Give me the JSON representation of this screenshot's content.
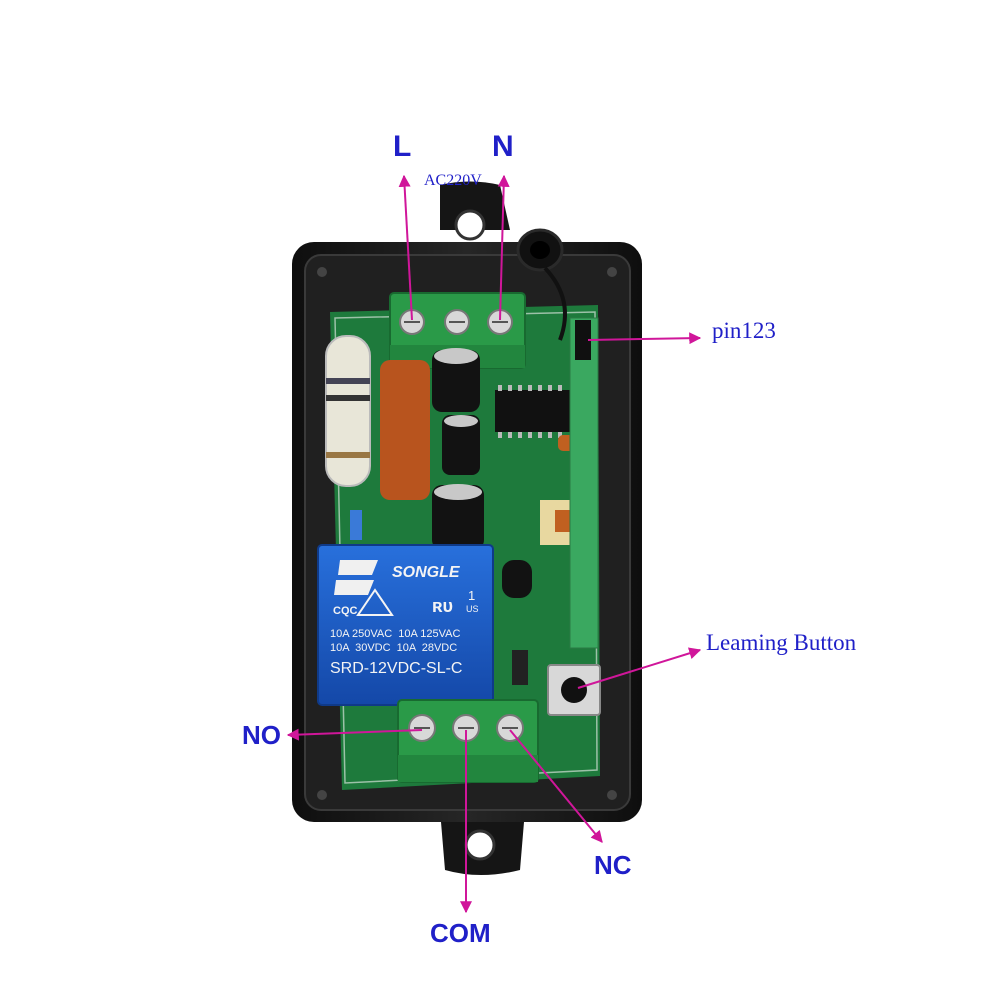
{
  "labels": {
    "live": "L",
    "neutral": "N",
    "supply": "AC220V",
    "jumper": "pin123",
    "learn": "Leaming Button",
    "normally_open": "NO",
    "common": "COM",
    "normally_closed": "NC"
  },
  "relay": {
    "brand": "SONGLE",
    "cert_mark": "CQC",
    "ul_num": "1",
    "ul_suffix": "US",
    "rating_line1": "10A 250VAC  10A 125VAC",
    "rating_line2": "10A  30VDC  10A  28VDC",
    "model": "SRD-12VDC-SL-C"
  },
  "colors": {
    "arrow": "#d0169a",
    "label": "#2020c8",
    "pcb": "#1e7a3c",
    "terminal": "#2a9a48",
    "relay": "#1a5cc8",
    "case": "#1a1a1a"
  }
}
